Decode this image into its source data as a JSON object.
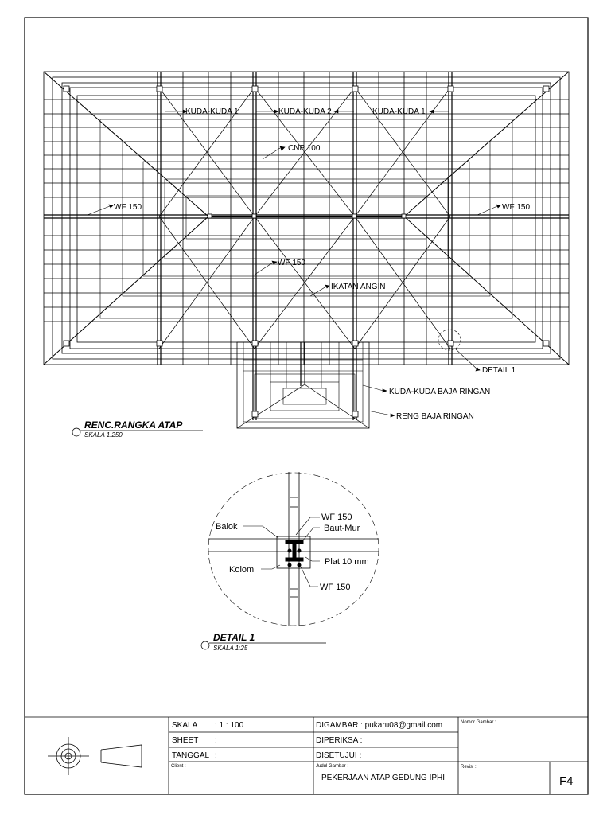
{
  "plan": {
    "labels": {
      "kuda1_left": "KUDA-KUDA 1",
      "kuda2": "KUDA-KUDA 2",
      "kuda1_right": "KUDA-KUDA 1",
      "cnp": "CNP 100",
      "wf_left": "WF 150",
      "wf_right": "WF 150",
      "wf_center": "WF 150",
      "ikatan": "IKATAN ANGIN",
      "detail_ref": "DETAIL 1",
      "kuda_baja": "KUDA-KUDA BAJA RINGAN",
      "reng": "RENG BAJA RINGAN"
    },
    "title": "RENC.RANGKA ATAP",
    "scale": "SKALA 1:250"
  },
  "detail": {
    "labels": {
      "balok": "Balok",
      "wf_top": "WF 150",
      "baut": "Baut-Mur",
      "plat": "Plat 10 mm",
      "kolom": "Kolom",
      "wf_bottom": "WF 150"
    },
    "title": "DETAIL 1",
    "scale": "SKALA 1:25"
  },
  "titleblock": {
    "skala_label": "SKALA",
    "skala_value": ": 1 : 100",
    "sheet_label": "SHEET",
    "sheet_value": ":",
    "tanggal_label": "TANGGAL",
    "tanggal_value": ":",
    "client_label": "Client :",
    "digambar": "DIGAMBAR : pukaru08@gmail.com",
    "diperiksa": "DIPERIKSA :",
    "disetujui": "DISETUJUI :",
    "judul_label": "Judul Gambar :",
    "judul": "PEKERJAAN ATAP GEDUNG IPHI",
    "nomor_label": "Nomor Gambar :",
    "revisi_label": "Revisi :",
    "sheet_code": "F4"
  }
}
